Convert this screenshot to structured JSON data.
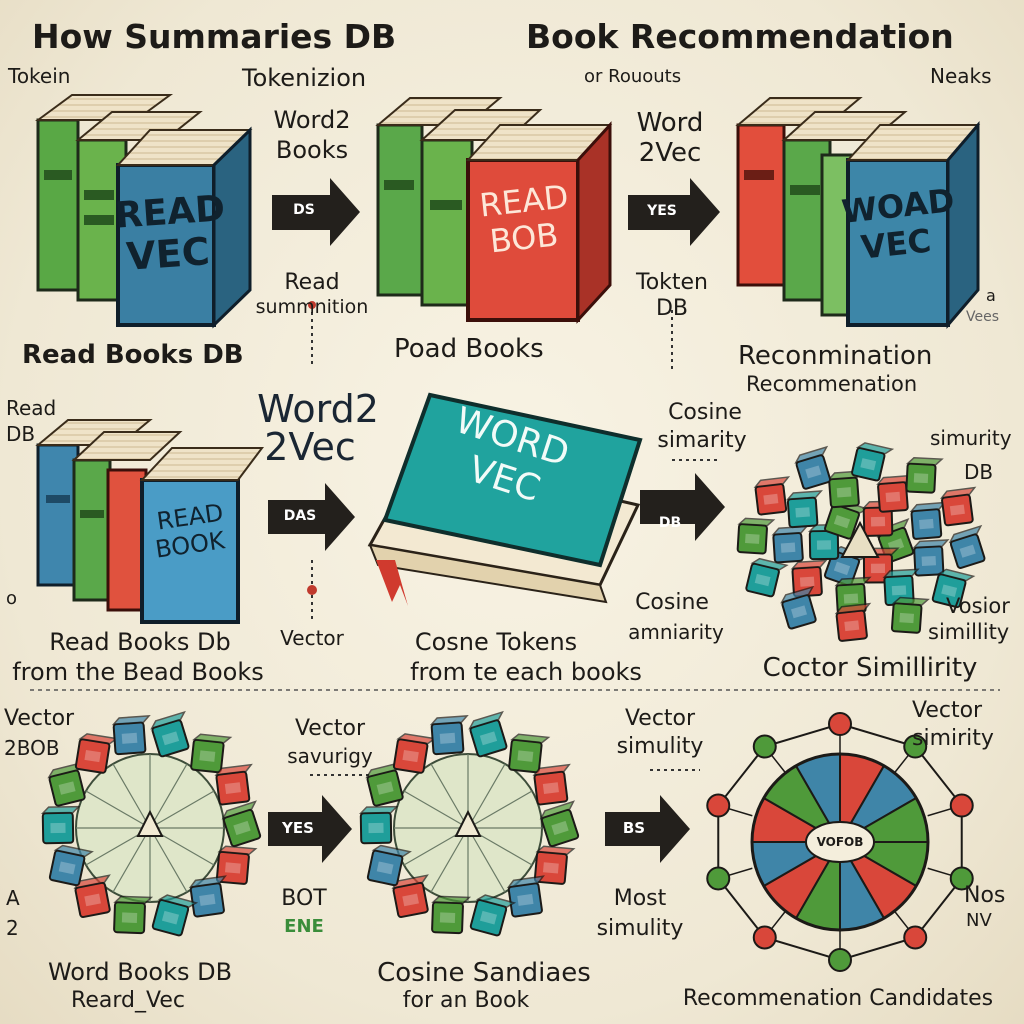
{
  "titles": {
    "left": "How Summaries DB",
    "right": "Book Recommendation"
  },
  "row1": {
    "corner_left": "Tokein",
    "tokenizion": "Tokenizion",
    "or_rououts": "or Rououts",
    "corner_right": "Neaks",
    "word2_books_1": "Word2",
    "word2_books_2": "Books",
    "arrow1": "DS",
    "read_summ_1": "Read",
    "read_summ_2": "summnition",
    "word_2vec_1": "Word",
    "word_2vec_2": "2Vec",
    "arrow2": "YES",
    "token_db_1": "Tokten",
    "token_db_2": "DB",
    "tiny_a": "a",
    "tiny_vees": "Vees",
    "book1_1": "READ",
    "book1_2": "VEC",
    "book2_1": "READ",
    "book2_2": "BOB",
    "book3_1": "WOAD",
    "book3_2": "VEC",
    "label_read_books_db": "Read Books DB",
    "label_pead_books": "Poad Books",
    "label_recon_1": "Reconmination",
    "label_recon_2": "Recommenation"
  },
  "row2": {
    "read_db_1": "Read",
    "read_db_2": "DB",
    "read_db_3": "o",
    "word2vec_1": "Word2",
    "word2vec_2": "2Vec",
    "arrow1": "DAS",
    "vector": "Vector",
    "book_1": "READ",
    "book_2": "BOOK",
    "open_book_1": "WORD",
    "open_book_2": "VEC",
    "cosine_sim_1": "Cosine",
    "cosine_sim_2": "simarity",
    "arrow2": "DB",
    "simurity_1": "simurity",
    "simurity_2": "DB",
    "cosine_sim2_1": "Cosine",
    "cosine_sim2_2": "amniarity",
    "vosior_1": "Vosior",
    "vosior_2": "simillity",
    "label_left_1": "Read Books Db",
    "label_left_2": "from the Bead Books",
    "label_mid_1": "Cosne Tokens",
    "label_mid_2": "from te each books",
    "label_right": "Coctor Simillirity"
  },
  "row3": {
    "vector_1": "Vector",
    "vector_2": "2BOB",
    "vector_sav_1": "Vector",
    "vector_sav_2": "savurigy",
    "arrow1": "YES",
    "bot_1": "BOT",
    "bot_2": "ENE",
    "vector_sim_1": "Vector",
    "vector_sim_2": "simulity",
    "arrow2": "BS",
    "most_1": "Most",
    "most_2": "simulity",
    "vector_sim2_1": "Vector",
    "vector_sim2_2": "simirity",
    "nos_1": "Nos",
    "nos_2": "NV",
    "side_1": "A",
    "side_2": "2",
    "wheel_center": "VOFOB",
    "label_left_1": "Word Books DB",
    "label_left_2": "Reard_Vec",
    "label_mid_1": "Cosine Sandiaes",
    "label_mid_2": "for an Book",
    "label_right": "Recommenation Candidates"
  },
  "colors": {
    "green": "#4f9a3a",
    "red": "#d9473a",
    "blue": "#3f85a8",
    "teal": "#1f9e9a",
    "navy": "#1e2833",
    "page": "#efe6cf"
  }
}
